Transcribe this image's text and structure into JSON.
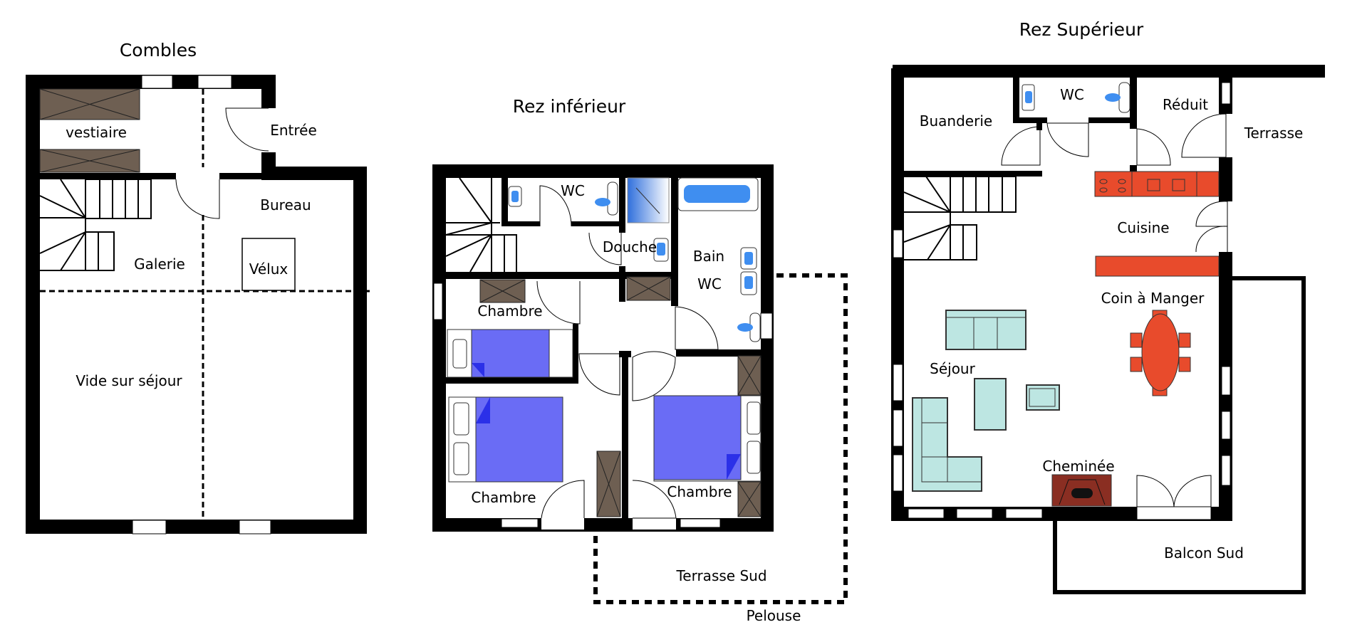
{
  "combles": {
    "title": "Combles",
    "rooms": {
      "vestiaire": "vestiaire",
      "entree": "Entrée",
      "bureau": "Bureau",
      "galerie": "Galerie",
      "velux": "Vélux",
      "vide": "Vide sur séjour"
    }
  },
  "rez_inferieur": {
    "title": "Rez inférieur",
    "rooms": {
      "wc": "WC",
      "douche": "Douche",
      "bain": "Bain",
      "bain_wc": "WC",
      "chambre1": "Chambre",
      "chambre2": "Chambre",
      "chambre3": "Chambre",
      "terrasse": "Terrasse Sud",
      "pelouse": "Pelouse"
    }
  },
  "rez_superieur": {
    "title": "Rez Supérieur",
    "rooms": {
      "wc": "WC",
      "buanderie": "Buanderie",
      "reduit": "Réduit",
      "terrasse": "Terrasse",
      "cuisine": "Cuisine",
      "coin_manger": "Coin à Manger",
      "sejour": "Séjour",
      "cheminee": "Cheminée",
      "balcon": "Balcon Sud"
    }
  },
  "colors": {
    "wall": "#000000",
    "closet": "#6e5f52",
    "bed": "#6a6cf5",
    "sanitary": "#3f8ef0",
    "sofa": "#bde6e2",
    "kitchen": "#e84b2c",
    "fireplace": "#8a2e22"
  }
}
